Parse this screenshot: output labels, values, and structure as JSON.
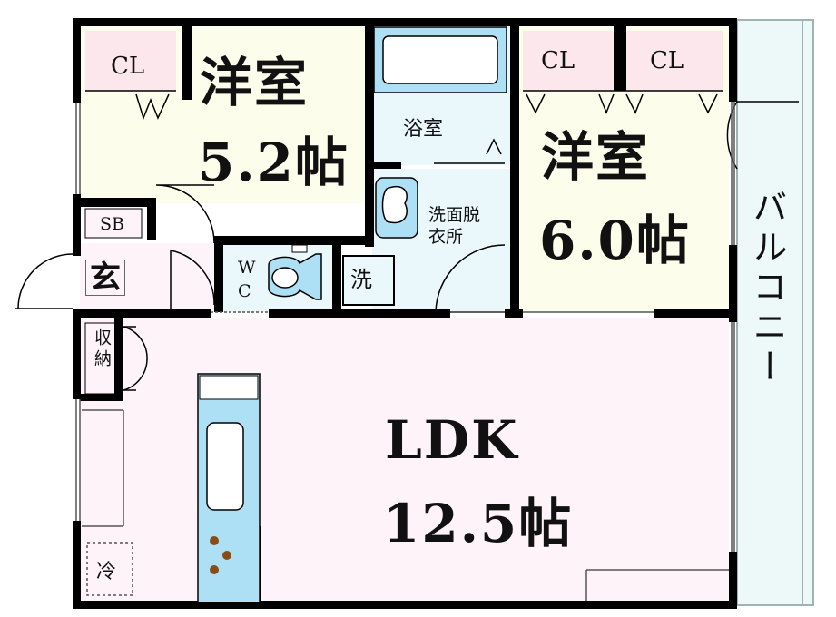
{
  "floorplan": {
    "rooms": {
      "western_room_1": {
        "name": "洋室",
        "size": "5.2帖"
      },
      "western_room_2": {
        "name": "洋室",
        "size": "6.0帖"
      },
      "ldk": {
        "name": "LDK",
        "size": "12.5帖"
      },
      "bathroom": {
        "name": "浴室"
      },
      "washroom": {
        "name_line1": "洗面脱",
        "name_line2": "衣所"
      },
      "balcony": {
        "name": "バルコニー"
      },
      "entrance": {
        "name": "玄"
      },
      "wc": {
        "name_line1": "W",
        "name_line2": "C"
      }
    },
    "storage": {
      "closet_left": "CL",
      "closet_right_1": "CL",
      "closet_right_2": "CL",
      "shoe_box": "SB",
      "storage": "収納"
    },
    "fixtures": {
      "washing_machine": "洗",
      "refrigerator": "冷"
    },
    "colors": {
      "wall": "#000000",
      "western_room_fill": "#fdfdec",
      "ldk_fill": "#fdf3f8",
      "wet_area_fill": "#eaf7fb",
      "closet_fill": "#fbe7ec",
      "balcony_fill": "#edf8f8",
      "fixture_blue": "#aee0f5",
      "stove_brown": "#8b4b14"
    }
  }
}
